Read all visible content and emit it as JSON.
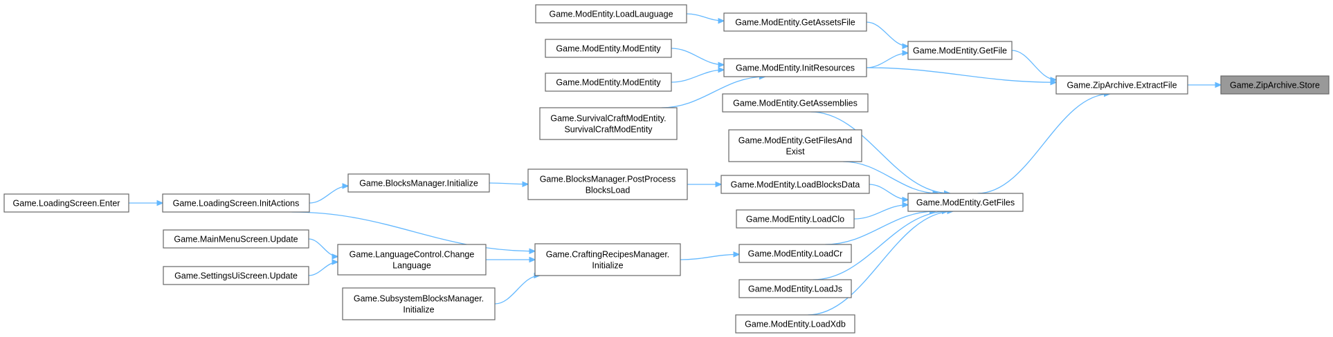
{
  "graph": {
    "colors": {
      "edge": "#63b8ff",
      "node_fill": "#ffffff",
      "node_border": "#666666",
      "root_fill": "#999999"
    },
    "nodes": [
      {
        "id": "store",
        "lines": [
          "Game.ZipArchive.Store"
        ],
        "root": true
      },
      {
        "id": "extractfile",
        "lines": [
          "Game.ZipArchive.ExtractFile"
        ]
      },
      {
        "id": "getfile",
        "lines": [
          "Game.ModEntity.GetFile"
        ]
      },
      {
        "id": "getfiles",
        "lines": [
          "Game.ModEntity.GetFiles"
        ]
      },
      {
        "id": "getassetsfile",
        "lines": [
          "Game.ModEntity.GetAssetsFile"
        ]
      },
      {
        "id": "initresources",
        "lines": [
          "Game.ModEntity.InitResources"
        ]
      },
      {
        "id": "loadlauguage",
        "lines": [
          "Game.ModEntity.LoadLauguage"
        ]
      },
      {
        "id": "modentity1",
        "lines": [
          "Game.ModEntity.ModEntity"
        ]
      },
      {
        "id": "modentity2",
        "lines": [
          "Game.ModEntity.ModEntity"
        ]
      },
      {
        "id": "survivalcraft",
        "lines": [
          "Game.SurvivalCraftModEntity.",
          "SurvivalCraftModEntity"
        ]
      },
      {
        "id": "getassemblies",
        "lines": [
          "Game.ModEntity.GetAssemblies"
        ]
      },
      {
        "id": "getfilesandexist",
        "lines": [
          "Game.ModEntity.GetFilesAnd",
          "Exist"
        ]
      },
      {
        "id": "loadblocksdata",
        "lines": [
          "Game.ModEntity.LoadBlocksData"
        ]
      },
      {
        "id": "loadclo",
        "lines": [
          "Game.ModEntity.LoadClo"
        ]
      },
      {
        "id": "loadcr",
        "lines": [
          "Game.ModEntity.LoadCr"
        ]
      },
      {
        "id": "loadjs",
        "lines": [
          "Game.ModEntity.LoadJs"
        ]
      },
      {
        "id": "loadxdb",
        "lines": [
          "Game.ModEntity.LoadXdb"
        ]
      },
      {
        "id": "postprocess",
        "lines": [
          "Game.BlocksManager.PostProcess",
          "BlocksLoad"
        ]
      },
      {
        "id": "blocksinit",
        "lines": [
          "Game.BlocksManager.Initialize"
        ]
      },
      {
        "id": "crafting",
        "lines": [
          "Game.CraftingRecipesManager.",
          "Initialize"
        ]
      },
      {
        "id": "initactions",
        "lines": [
          "Game.LoadingScreen.InitActions"
        ]
      },
      {
        "id": "enter",
        "lines": [
          "Game.LoadingScreen.Enter"
        ]
      },
      {
        "id": "changelang",
        "lines": [
          "Game.LanguageControl.Change",
          "Language"
        ]
      },
      {
        "id": "mainmenu",
        "lines": [
          "Game.MainMenuScreen.Update"
        ]
      },
      {
        "id": "settingsui",
        "lines": [
          "Game.SettingsUiScreen.Update"
        ]
      },
      {
        "id": "subsystem",
        "lines": [
          "Game.SubsystemBlocksManager.",
          "Initialize"
        ]
      }
    ],
    "edges": [
      {
        "from": "extractfile",
        "to": "store"
      },
      {
        "from": "getfile",
        "to": "extractfile"
      },
      {
        "from": "initresources",
        "to": "extractfile"
      },
      {
        "from": "getfiles",
        "to": "extractfile"
      },
      {
        "from": "getassetsfile",
        "to": "getfile"
      },
      {
        "from": "initresources",
        "to": "getfile"
      },
      {
        "from": "loadlauguage",
        "to": "getassetsfile"
      },
      {
        "from": "modentity1",
        "to": "initresources"
      },
      {
        "from": "modentity2",
        "to": "initresources"
      },
      {
        "from": "survivalcraft",
        "to": "initresources"
      },
      {
        "from": "getassemblies",
        "to": "getfiles"
      },
      {
        "from": "getfilesandexist",
        "to": "getfiles"
      },
      {
        "from": "loadblocksdata",
        "to": "getfiles"
      },
      {
        "from": "loadclo",
        "to": "getfiles"
      },
      {
        "from": "loadcr",
        "to": "getfiles"
      },
      {
        "from": "loadjs",
        "to": "getfiles"
      },
      {
        "from": "loadxdb",
        "to": "getfiles"
      },
      {
        "from": "postprocess",
        "to": "loadblocksdata"
      },
      {
        "from": "blocksinit",
        "to": "postprocess"
      },
      {
        "from": "initactions",
        "to": "blocksinit"
      },
      {
        "from": "enter",
        "to": "initactions"
      },
      {
        "from": "crafting",
        "to": "loadcr"
      },
      {
        "from": "initactions",
        "to": "crafting"
      },
      {
        "from": "changelang",
        "to": "crafting"
      },
      {
        "from": "subsystem",
        "to": "crafting"
      },
      {
        "from": "mainmenu",
        "to": "changelang"
      },
      {
        "from": "settingsui",
        "to": "changelang"
      }
    ]
  }
}
